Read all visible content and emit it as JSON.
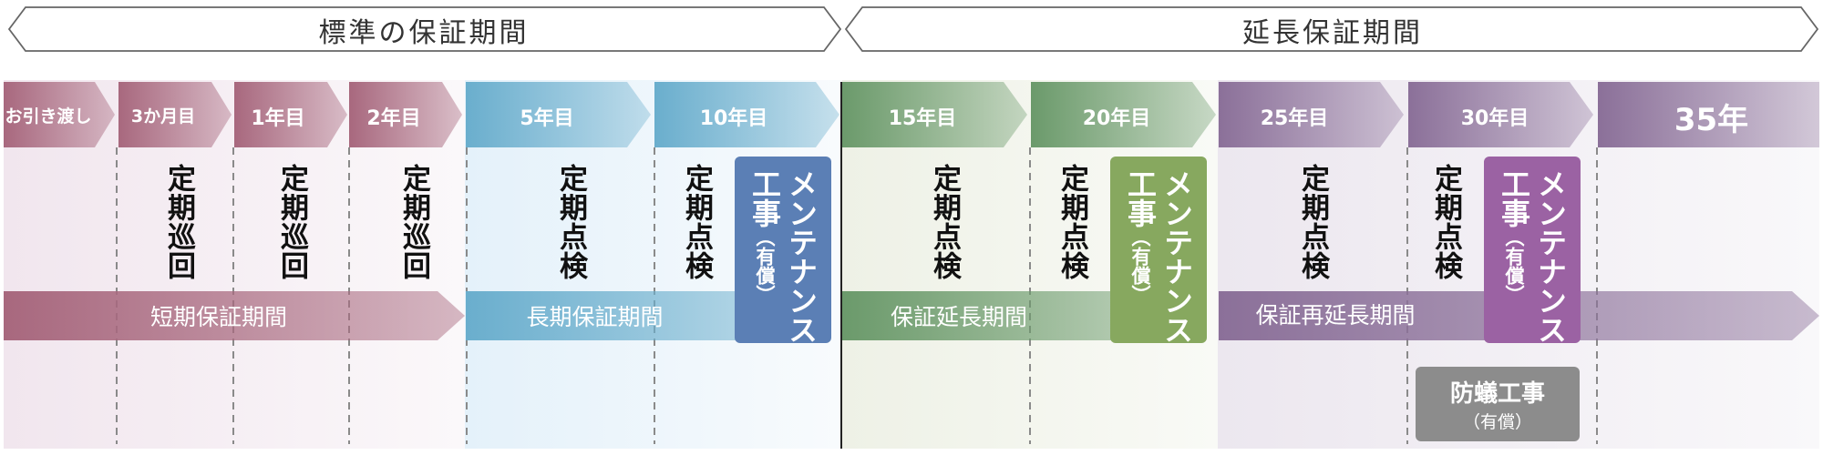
{
  "headers": {
    "standard": "標準の保証期間",
    "extended": "延長保証期間"
  },
  "milestones": [
    {
      "id": "handover",
      "label": "お引き渡し",
      "color": "#a8687e"
    },
    {
      "id": "3m",
      "label": "3か月目",
      "color": "#a8687e"
    },
    {
      "id": "1y",
      "label": "1年目",
      "color": "#a8687e"
    },
    {
      "id": "2y",
      "label": "2年目",
      "color": "#a8687e"
    },
    {
      "id": "5y",
      "label": "5年目",
      "color": "#6aaecd"
    },
    {
      "id": "10y",
      "label": "10年目",
      "color": "#6aaecd"
    },
    {
      "id": "15y",
      "label": "15年目",
      "color": "#6b9a6b"
    },
    {
      "id": "20y",
      "label": "20年目",
      "color": "#6b9a6b"
    },
    {
      "id": "25y",
      "label": "25年目",
      "color": "#8b7099"
    },
    {
      "id": "30y",
      "label": "30年目",
      "color": "#8b7099"
    },
    {
      "id": "35y",
      "label": "35年",
      "color": "#8b7099"
    }
  ],
  "events": {
    "patrol": "定期巡回",
    "inspection": "定期点検",
    "maintenance_line1": "メンテナンス",
    "maintenance_line2": "工事",
    "paid": "（有償）",
    "termite": "防蟻工事",
    "termite_paid": "（有償）"
  },
  "bands": {
    "short": "短期保証期間",
    "long": "長期保証期間",
    "extension": "保証延長期間",
    "re_extension": "保証再延長期間"
  },
  "colors": {
    "mauve": "#a8687e",
    "blue": "#6aaecd",
    "green": "#6b9a6b",
    "purple": "#8b7099",
    "maint_blue": "#5b7fb5",
    "maint_green": "#87a85f",
    "maint_purple": "#9b62a3",
    "termite_gray": "#8c8c8c"
  }
}
